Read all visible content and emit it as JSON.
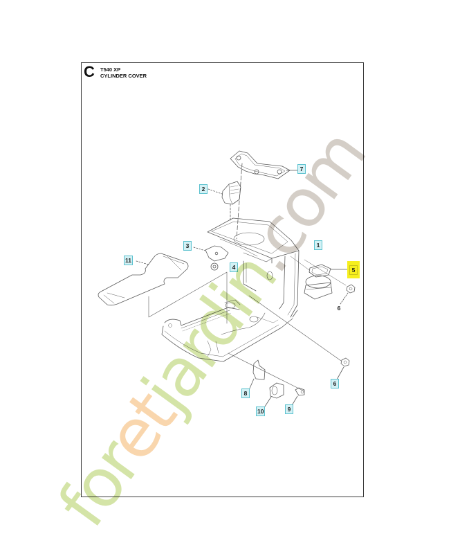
{
  "page": {
    "section_letter": "C",
    "model": "T540 XP",
    "title": "CYLINDER COVER"
  },
  "callouts": [
    {
      "num": "7",
      "part": "gasket-plate"
    },
    {
      "num": "2",
      "part": "block"
    },
    {
      "num": "3",
      "part": "plate"
    },
    {
      "num": "1",
      "part": "cylinder-cover"
    },
    {
      "num": "11",
      "part": "insulation-pad"
    },
    {
      "num": "4",
      "part": "pin"
    },
    {
      "num": "5",
      "part": "intake-boot",
      "highlighted": true
    },
    {
      "num": "6",
      "part": "nut-upper"
    },
    {
      "num": "6",
      "part": "nut-lower"
    },
    {
      "num": "8",
      "part": "clip"
    },
    {
      "num": "10",
      "part": "bushing"
    },
    {
      "num": "9",
      "part": "screw"
    }
  ],
  "colors": {
    "highlight": "#f6ef1e",
    "callout_fill": "#d3f1f5",
    "callout_border": "#5cc2cf",
    "line_art": "#5a5a5a"
  },
  "watermark": {
    "part1": "for",
    "part2": "et",
    "part3": "jardin",
    "part4": ".com",
    "colors": {
      "green": "#cddf98",
      "orange": "#f8cf9f",
      "gray": "#cdc6bd"
    }
  }
}
